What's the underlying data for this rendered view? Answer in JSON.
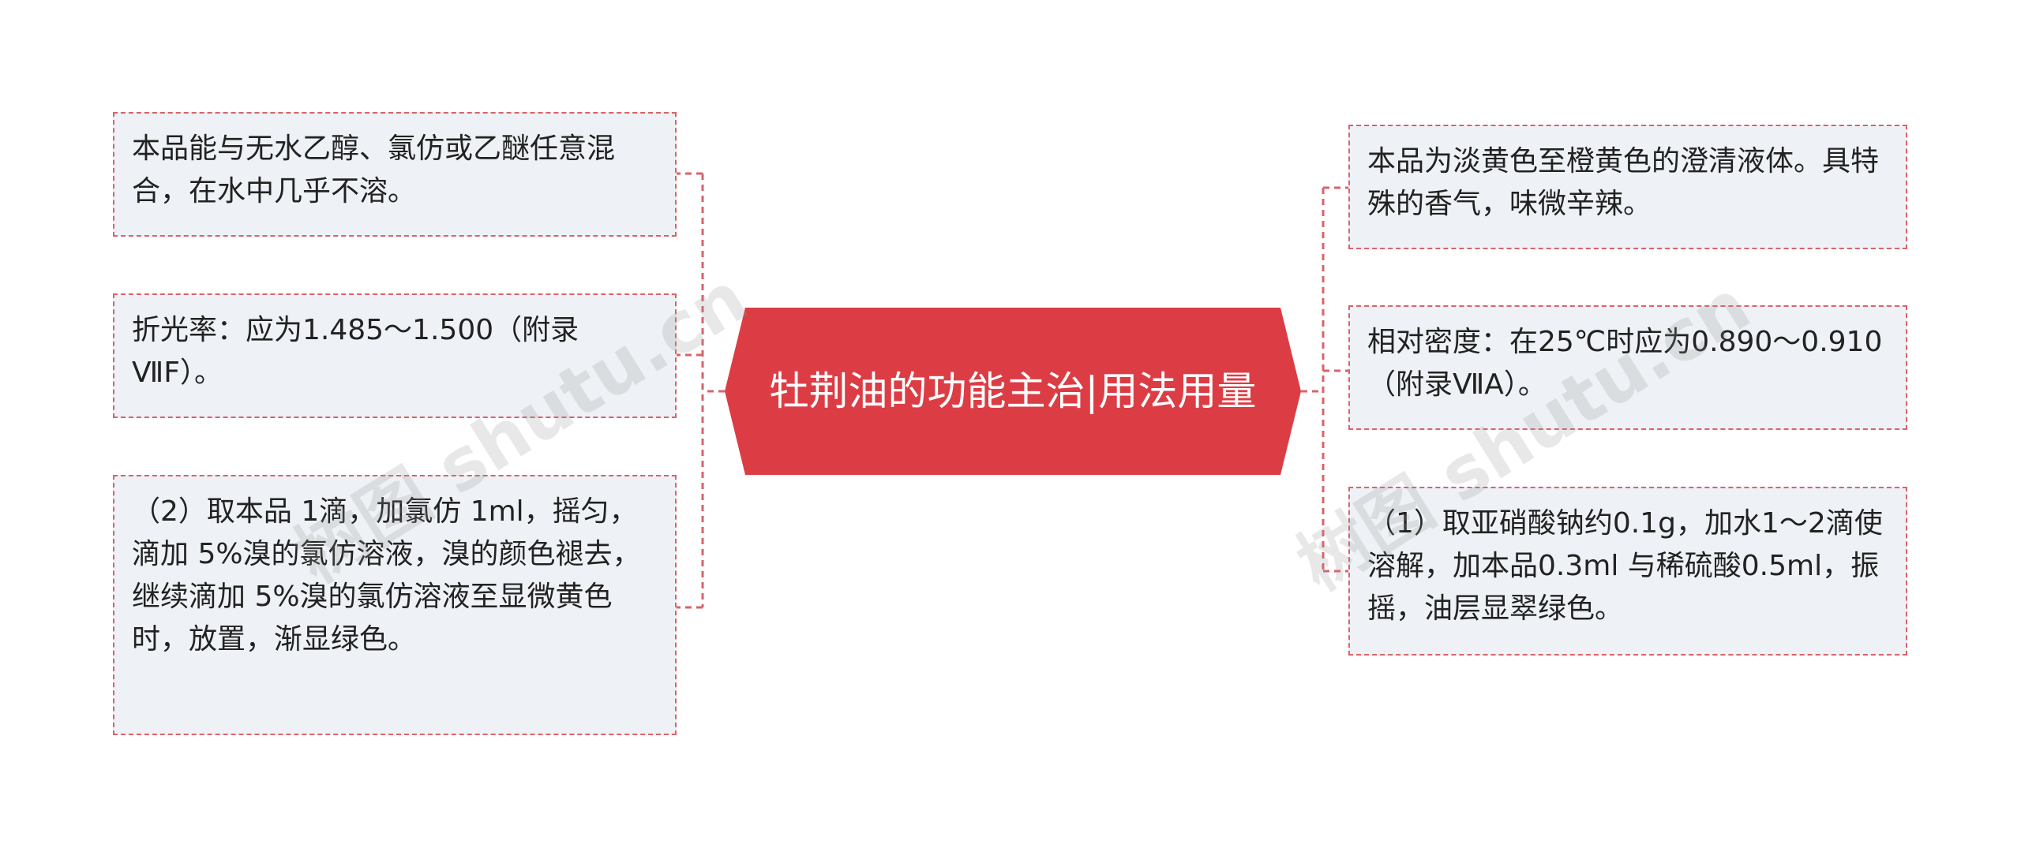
{
  "center": {
    "title": "牡荆油的功能主治|用法用量"
  },
  "left_nodes": [
    {
      "text": "本品能与无水乙醇、氯仿或乙醚任意混合，在水中几乎不溶。"
    },
    {
      "text": "折光率：应为1.485～1.500（附录ⅦF）。"
    },
    {
      "text": "（2）取本品 1滴，加氯仿 1ml，摇匀，滴加 5%溴的氯仿溶液，溴的颜色褪去，继续滴加 5%溴的氯仿溶液至显微黄色时，放置，渐显绿色。"
    }
  ],
  "right_nodes": [
    {
      "text": "本品为淡黄色至橙黄色的澄清液体。具特殊的香气，味微辛辣。"
    },
    {
      "text": "相对密度：在25℃时应为0.890～0.910（附录ⅦA）。"
    },
    {
      "text": "（1）取亚硝酸钠约0.1g，加水1～2滴使溶解，加本品0.3ml 与稀硫酸0.5ml，振摇，油层显翠绿色。"
    }
  ],
  "watermarks": [
    "树图 shutu.cn",
    "树图 shutu.cn"
  ],
  "colors": {
    "accent": "#dc3d45",
    "leaf_bg": "#eef1f5",
    "leaf_border": "#d9636a",
    "connector": "#d9636a"
  }
}
